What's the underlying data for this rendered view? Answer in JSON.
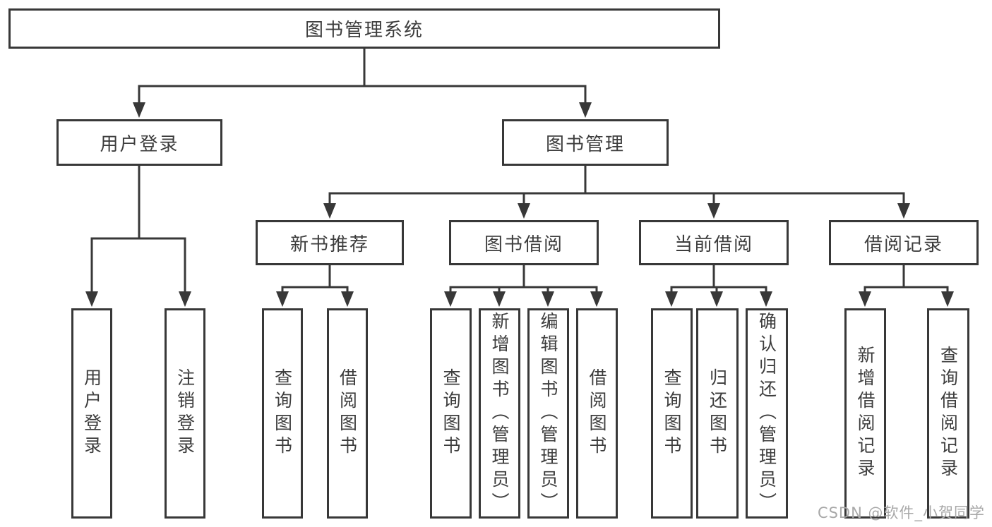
{
  "diagram": {
    "type": "tree",
    "title": "图书管理系统",
    "colors": {
      "line": "#383838",
      "text": "#3d3d3d",
      "box_background": "#ffffff",
      "page_background": "#ffffff",
      "watermark": "#a8a8a8"
    },
    "nodes": {
      "root": {
        "label": "图书管理系统"
      },
      "level2": [
        {
          "label": "用户登录",
          "parent": "图书管理系统"
        },
        {
          "label": "图书管理",
          "parent": "图书管理系统"
        }
      ],
      "level3": [
        {
          "label": "新书推荐",
          "parent": "图书管理"
        },
        {
          "label": "图书借阅",
          "parent": "图书管理"
        },
        {
          "label": "当前借阅",
          "parent": "图书管理"
        },
        {
          "label": "借阅记录",
          "parent": "图书管理"
        }
      ],
      "leaves": [
        {
          "label": "用户登录",
          "parent": "用户登录"
        },
        {
          "label": "注销登录",
          "parent": "用户登录"
        },
        {
          "label": "查询图书",
          "parent": "新书推荐"
        },
        {
          "label": "借阅图书",
          "parent": "新书推荐"
        },
        {
          "label": "查询图书",
          "parent": "图书借阅"
        },
        {
          "label": "新增图书（管理员）",
          "parent": "图书借阅"
        },
        {
          "label": "编辑图书（管理员）",
          "parent": "图书借阅"
        },
        {
          "label": "借阅图书",
          "parent": "图书借阅"
        },
        {
          "label": "查询图书",
          "parent": "当前借阅"
        },
        {
          "label": "归还图书",
          "parent": "当前借阅"
        },
        {
          "label": "确认归还（管理员）",
          "parent": "当前借阅"
        },
        {
          "label": "新增借阅记录",
          "parent": "借阅记录"
        },
        {
          "label": "查询借阅记录",
          "parent": "借阅记录"
        }
      ]
    },
    "watermark": {
      "text": "CSDN @软件_小贺同学"
    }
  }
}
